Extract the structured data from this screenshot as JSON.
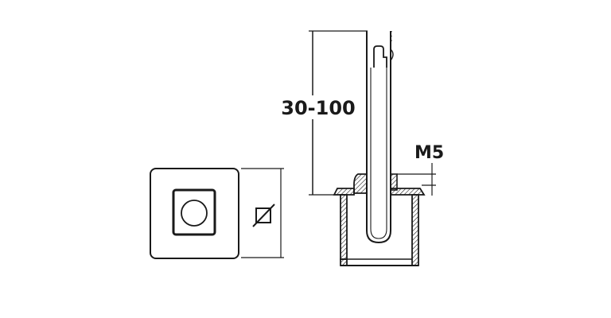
{
  "drawing": {
    "height_range_label": "30-100",
    "thread_label": "M5"
  },
  "icons": {
    "square_section_symbol": "square-profile-symbol"
  },
  "colors": {
    "line": "#1a1a1a",
    "background": "#ffffff",
    "hatch": "#1a1a1a"
  }
}
